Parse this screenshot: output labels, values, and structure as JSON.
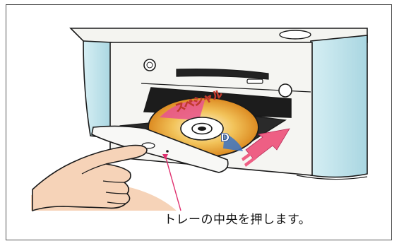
{
  "caption": "トレーの中央を押します。",
  "disc_label": {
    "line1": "スペシャル",
    "line2": "D"
  },
  "colors": {
    "pc_body": "#f4f4f0",
    "side_panel": "#bfe4ec",
    "disc_gold": "#e9a233",
    "disc_pink": "#e8528f",
    "arrow_pink": "#ee5f84",
    "pointer_line": "#e0306f",
    "skin": "#f6d3b8",
    "outline": "#1a1a1a"
  },
  "icons": [
    "push-arrow-icon",
    "pointer-line"
  ]
}
